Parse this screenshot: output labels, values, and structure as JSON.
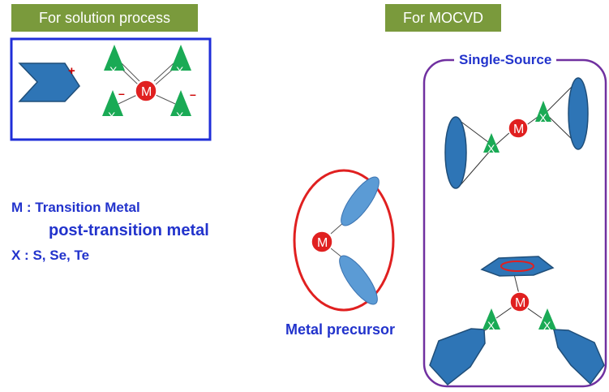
{
  "headers": {
    "solution": "For solution process",
    "mocvd": "For MOCVD"
  },
  "legend": {
    "m_line": "M : Transition Metal",
    "post_line": "post-transition metal",
    "x_line": "X : S, Se, Te"
  },
  "labels": {
    "single_source": "Single-Source",
    "metal_precursor": "Metal precursor",
    "metal": "M",
    "chalcogen": "X",
    "minus": "–",
    "plus": "+"
  },
  "colors": {
    "header_bg": "#7a9a3c",
    "blue_text": "#2233cc",
    "ligand_blue": "#2e75b6",
    "light_blue": "#5b9bd5",
    "metal_red": "#e02020",
    "chalcogen_green": "#1aaa55",
    "frame_blue": "#1f2ed8",
    "frame_purple": "#7030a0",
    "oval_red": "#e02020"
  }
}
